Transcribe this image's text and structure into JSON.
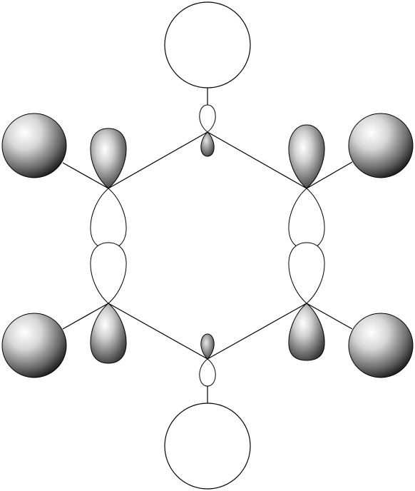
{
  "diagram": {
    "kind": "orbital-diagram",
    "colors": {
      "line": "#000000",
      "background": "#ffffff",
      "shade_light": "#ffffff",
      "shade_mid": "#a8a8a8",
      "shade_dark": "#2a2a2a"
    },
    "atoms": [
      {
        "id": "c-top",
        "role": "ring-carbon"
      },
      {
        "id": "c-upper-right",
        "role": "ring-carbon"
      },
      {
        "id": "c-lower-right",
        "role": "ring-carbon"
      },
      {
        "id": "c-bottom",
        "role": "ring-carbon"
      },
      {
        "id": "c-lower-left",
        "role": "ring-carbon"
      },
      {
        "id": "c-upper-left",
        "role": "ring-carbon"
      }
    ],
    "substituents": [
      {
        "id": "top",
        "shading": "unshaded"
      },
      {
        "id": "upper-right",
        "shading": "shaded"
      },
      {
        "id": "lower-right",
        "shading": "shaded"
      },
      {
        "id": "bottom",
        "shading": "unshaded"
      },
      {
        "id": "lower-left",
        "shading": "shaded"
      },
      {
        "id": "upper-left",
        "shading": "shaded"
      }
    ]
  }
}
